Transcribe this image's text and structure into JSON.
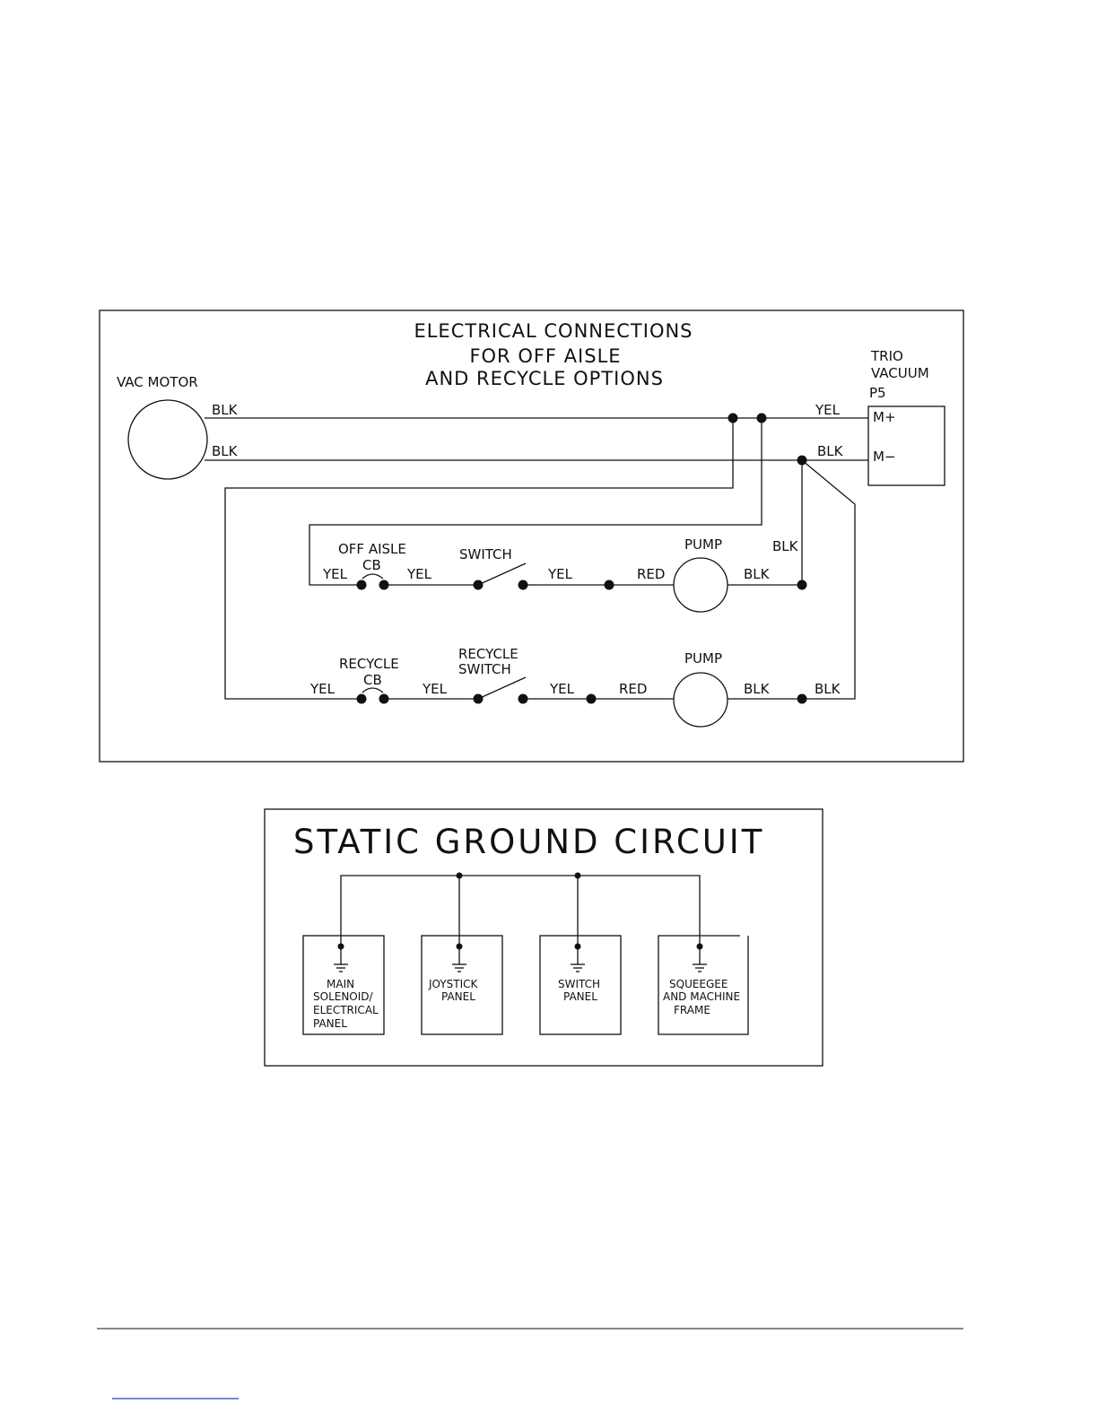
{
  "diagram1": {
    "title": [
      "ELECTRICAL  CONNECTIONS",
      "FOR  OFF  AISLE",
      "AND  RECYCLE  OPTIONS"
    ],
    "vac_motor": "VAC  MOTOR",
    "trio": [
      "TRIO",
      "VACUUM",
      "P5"
    ],
    "terminals": {
      "m_plus": "M+",
      "m_minus": "M−"
    },
    "wires": {
      "blk": "BLK",
      "yel": "YEL",
      "red": "RED"
    },
    "off_aisle": {
      "label": "OFF  AISLE",
      "cb": "CB",
      "switch": "SWITCH",
      "pump": "PUMP"
    },
    "recycle": {
      "label": "RECYCLE",
      "cb": "CB",
      "switch": [
        "RECYCLE",
        "SWITCH"
      ],
      "pump": "PUMP"
    }
  },
  "diagram2": {
    "title": "STATIC  GROUND  CIRCUIT",
    "panels": [
      {
        "lines": [
          "MAIN",
          "SOLENOID/",
          "ELECTRICAL",
          "PANEL"
        ]
      },
      {
        "lines": [
          "JOYSTICK",
          "PANEL"
        ]
      },
      {
        "lines": [
          "SWITCH",
          "PANEL"
        ]
      },
      {
        "lines": [
          "SQUEEGEE",
          "AND  MACHINE",
          "FRAME"
        ]
      }
    ]
  },
  "colors": {
    "ink": "#111111",
    "footer_link": "#1a3fcf"
  }
}
